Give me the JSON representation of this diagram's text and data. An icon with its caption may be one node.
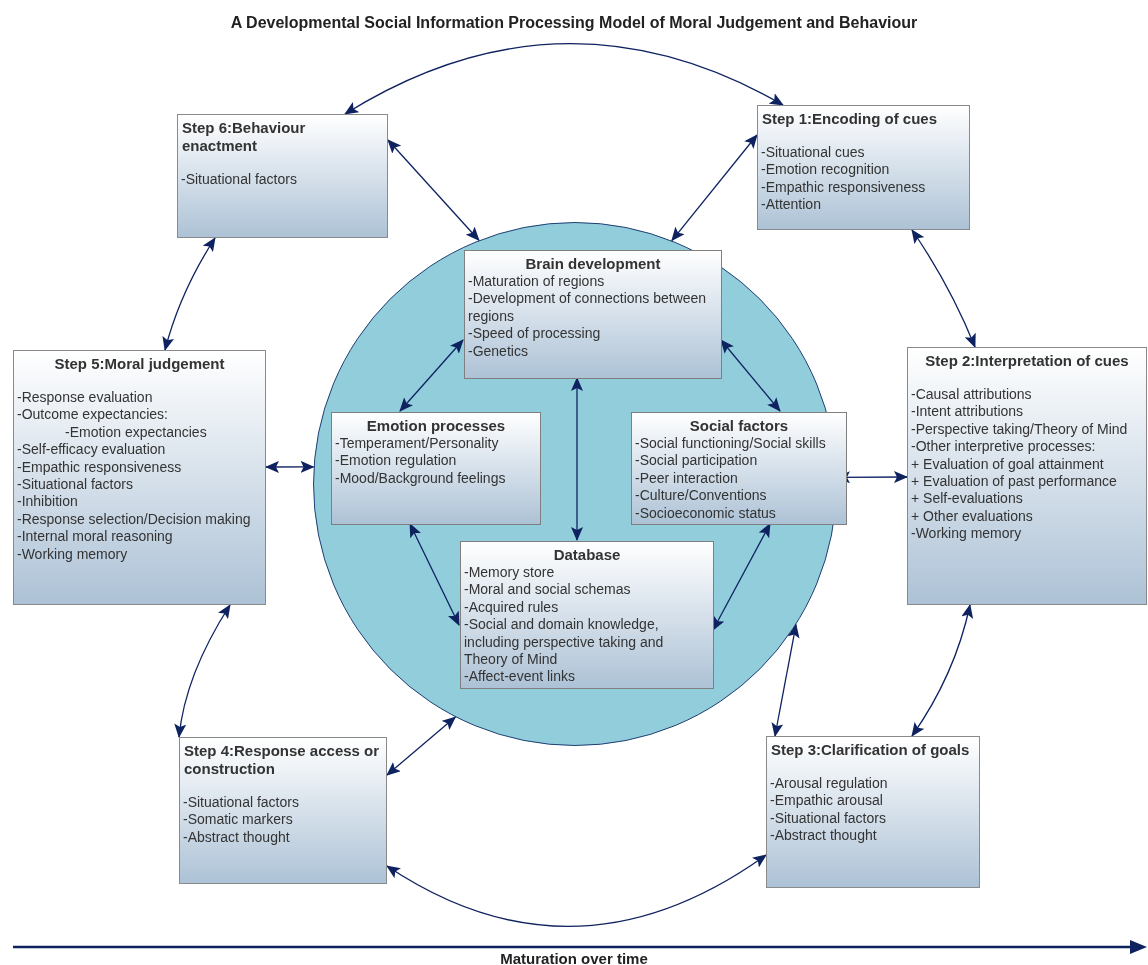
{
  "diagram": {
    "title": "A Developmental Social Information Processing Model of Moral Judgement and Behaviour",
    "nodes": [
      {
        "text": [
          "Step 1:Encoding of cues",
          "-Situational cues",
          "-Emotion recognition",
          "-Empathic responsiveness",
          "-Attention"
        ]
      },
      {
        "text": [
          "Step 2:Interpretation of cues",
          "-Causal attributions",
          "-Intent attributions",
          "-Perspective taking/Theory of Mind",
          "-Other interpretive processes:",
          "+ Evaluation of goal attainment",
          "+ Evaluation of past performance",
          "+ Self-evaluations",
          "+ Other evaluations",
          "-Working memory"
        ]
      },
      {
        "text": [
          "Step 3:Clarification of goals",
          "-Arousal regulation",
          "-Empathic arousal",
          "-Situational factors",
          "-Abstract thought"
        ]
      },
      {
        "text": [
          "Step 4:Response access or construction",
          "-Situational factors",
          "-Somatic markers",
          "-Abstract thought"
        ]
      },
      {
        "text": [
          "Step 5:Moral judgement",
          "-Response evaluation",
          "-Outcome expectancies:",
          "-Emotion expectancies",
          "-Self-efficacy evaluation",
          "-Empathic responsiveness",
          "-Situational factors",
          "-Inhibition",
          "-Response selection/Decision making",
          "-Internal moral reasoning",
          "-Working memory"
        ]
      },
      {
        "text": [
          "Step 6:Behaviour enactment",
          "-Situational factors"
        ]
      },
      {
        "text": [],
        "shape": "circle"
      },
      {
        "text": [
          "Brain development",
          "-Maturation of regions",
          "-Development of connections between regions",
          "-Speed of processing",
          "-Genetics"
        ],
        "in": 6
      },
      {
        "text": [
          "Emotion processes",
          "-Temperament/Personality",
          "-Emotion regulation",
          "-Mood/Background feelings"
        ],
        "in": 6
      },
      {
        "text": [
          "Social factors",
          "-Social functioning/Social skills",
          "-Social participation",
          "-Peer interaction",
          "-Culture/Conventions",
          "-Socioeconomic status"
        ],
        "in": 6
      },
      {
        "text": [
          "Database",
          "-Memory store",
          "-Moral and social schemas",
          "-Acquired rules",
          "-Social and domain knowledge, including perspective taking and Theory of Mind",
          "-Affect-event links"
        ],
        "in": 6
      }
    ],
    "edges": [
      {
        "from": 5,
        "to": 0,
        "arrow": "both"
      },
      {
        "from": 0,
        "to": 1,
        "arrow": "both"
      },
      {
        "from": 1,
        "to": 2,
        "arrow": "both"
      },
      {
        "from": 2,
        "to": 3,
        "arrow": "both"
      },
      {
        "from": 3,
        "to": 4,
        "arrow": "both"
      },
      {
        "from": 4,
        "to": 5,
        "arrow": "both"
      },
      {
        "from": 0,
        "to": 6,
        "arrow": "both"
      },
      {
        "from": 1,
        "to": 6,
        "arrow": "both"
      },
      {
        "from": 2,
        "to": 6,
        "arrow": "both"
      },
      {
        "from": 3,
        "to": 6,
        "arrow": "both"
      },
      {
        "from": 4,
        "to": 6,
        "arrow": "both"
      },
      {
        "from": 5,
        "to": 6,
        "arrow": "both"
      },
      {
        "from": 7,
        "to": 8,
        "arrow": "both"
      },
      {
        "from": 7,
        "to": 9,
        "arrow": "both"
      },
      {
        "from": 7,
        "to": 10,
        "arrow": "both"
      },
      {
        "from": 8,
        "to": 10,
        "arrow": "both"
      },
      {
        "from": 9,
        "to": 10,
        "arrow": "both"
      }
    ],
    "labels": [
      "Maturation over time"
    ]
  }
}
